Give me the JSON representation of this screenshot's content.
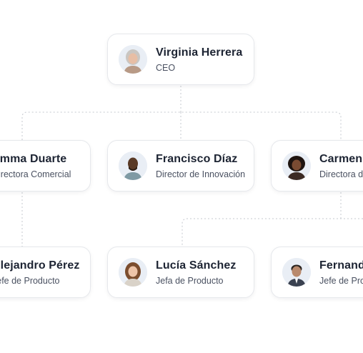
{
  "colors": {
    "connector": "#c4c8cf",
    "card_border": "#e6e8ec",
    "name_text": "#1d2433",
    "role_text": "#4a5161",
    "avatar_bg": "#e9eef5"
  },
  "nodes": {
    "ceo": {
      "name": "Virginia Herrera",
      "role": "CEO",
      "icon": "avatar-gray-hair-woman"
    },
    "commercial": {
      "name": "Emma Duarte",
      "role": "Directora Comercial",
      "icon": "avatar-woman"
    },
    "innovation": {
      "name": "Francisco Díaz",
      "role": "Director de Innovación",
      "icon": "avatar-bald-man"
    },
    "carmen": {
      "name": "Carmen",
      "role": "Directora d",
      "icon": "avatar-curly-hair-woman"
    },
    "alejandro": {
      "name": "Alejandro Pérez",
      "role": "Jefe de Producto",
      "icon": "avatar-man"
    },
    "lucia": {
      "name": "Lucía Sánchez",
      "role": "Jefa de Producto",
      "icon": "avatar-woman-brown-hair"
    },
    "fernando": {
      "name": "Fernand",
      "role": "Jefe de Pro",
      "icon": "avatar-man-suit"
    }
  }
}
